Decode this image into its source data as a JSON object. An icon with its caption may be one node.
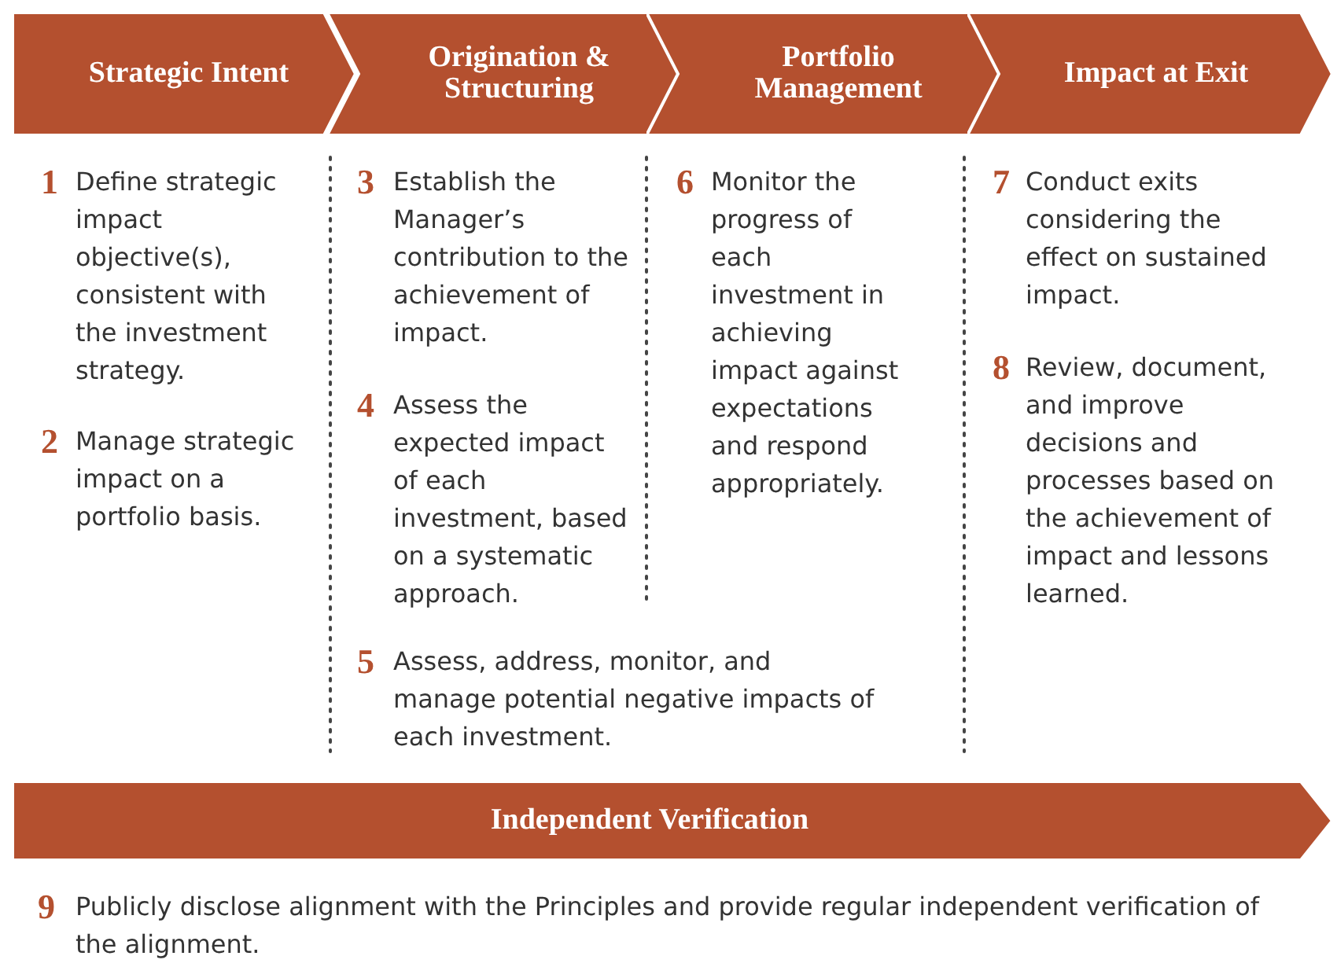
{
  "diagram": {
    "nodes": [
      {
        "text": [
          "Strategic Intent"
        ]
      },
      {
        "text": [
          "Origination & Structuring"
        ]
      },
      {
        "text": [
          "Portfolio Management"
        ]
      },
      {
        "text": [
          "Impact at Exit"
        ]
      },
      {
        "text": [
          "Independent Verification"
        ]
      }
    ],
    "labels": [
      "1",
      "Define strategic impact objective(s), consistent with the investment strategy.",
      "2",
      "Manage strategic impact on a portfolio basis.",
      "3",
      "Establish the Manager’s contribution to the achievement of impact.",
      "4",
      "Assess the expected impact of each investment, based on a systematic approach.",
      "5",
      "Assess, address, monitor, and manage potential negative impacts of each investment.",
      "6",
      "Monitor the progress of each investment in achieving impact against expectations and respond appropriately.",
      "7",
      "Conduct exits considering the effect on sustained impact.",
      "8",
      "Review, document, and improve decisions and processes based on the achievement of impact and lessons learned.",
      "9",
      "Publicly disclose alignment with the Principles and provide regular independent verification of the alignment."
    ]
  }
}
